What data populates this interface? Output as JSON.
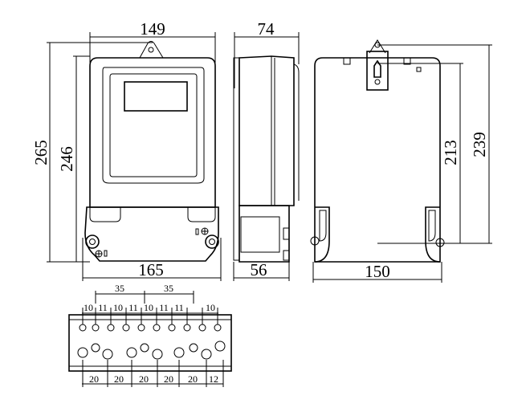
{
  "front_view": {
    "dim_width_top": "149",
    "dim_width_bottom": "165",
    "dim_height_outer": "265",
    "dim_height_inner": "246"
  },
  "side_view": {
    "dim_depth_top": "74",
    "dim_depth_bottom": "56"
  },
  "back_view": {
    "dim_width_bottom": "150",
    "dim_height_inner": "213",
    "dim_height_outer": "239"
  },
  "terminal_block": {
    "top_group_labels": [
      "35",
      "35"
    ],
    "top_labels": [
      "10",
      "11",
      "10",
      "11",
      "10",
      "11",
      "11",
      "10"
    ],
    "bottom_labels": [
      "20",
      "20",
      "20",
      "20",
      "20",
      "12"
    ]
  }
}
